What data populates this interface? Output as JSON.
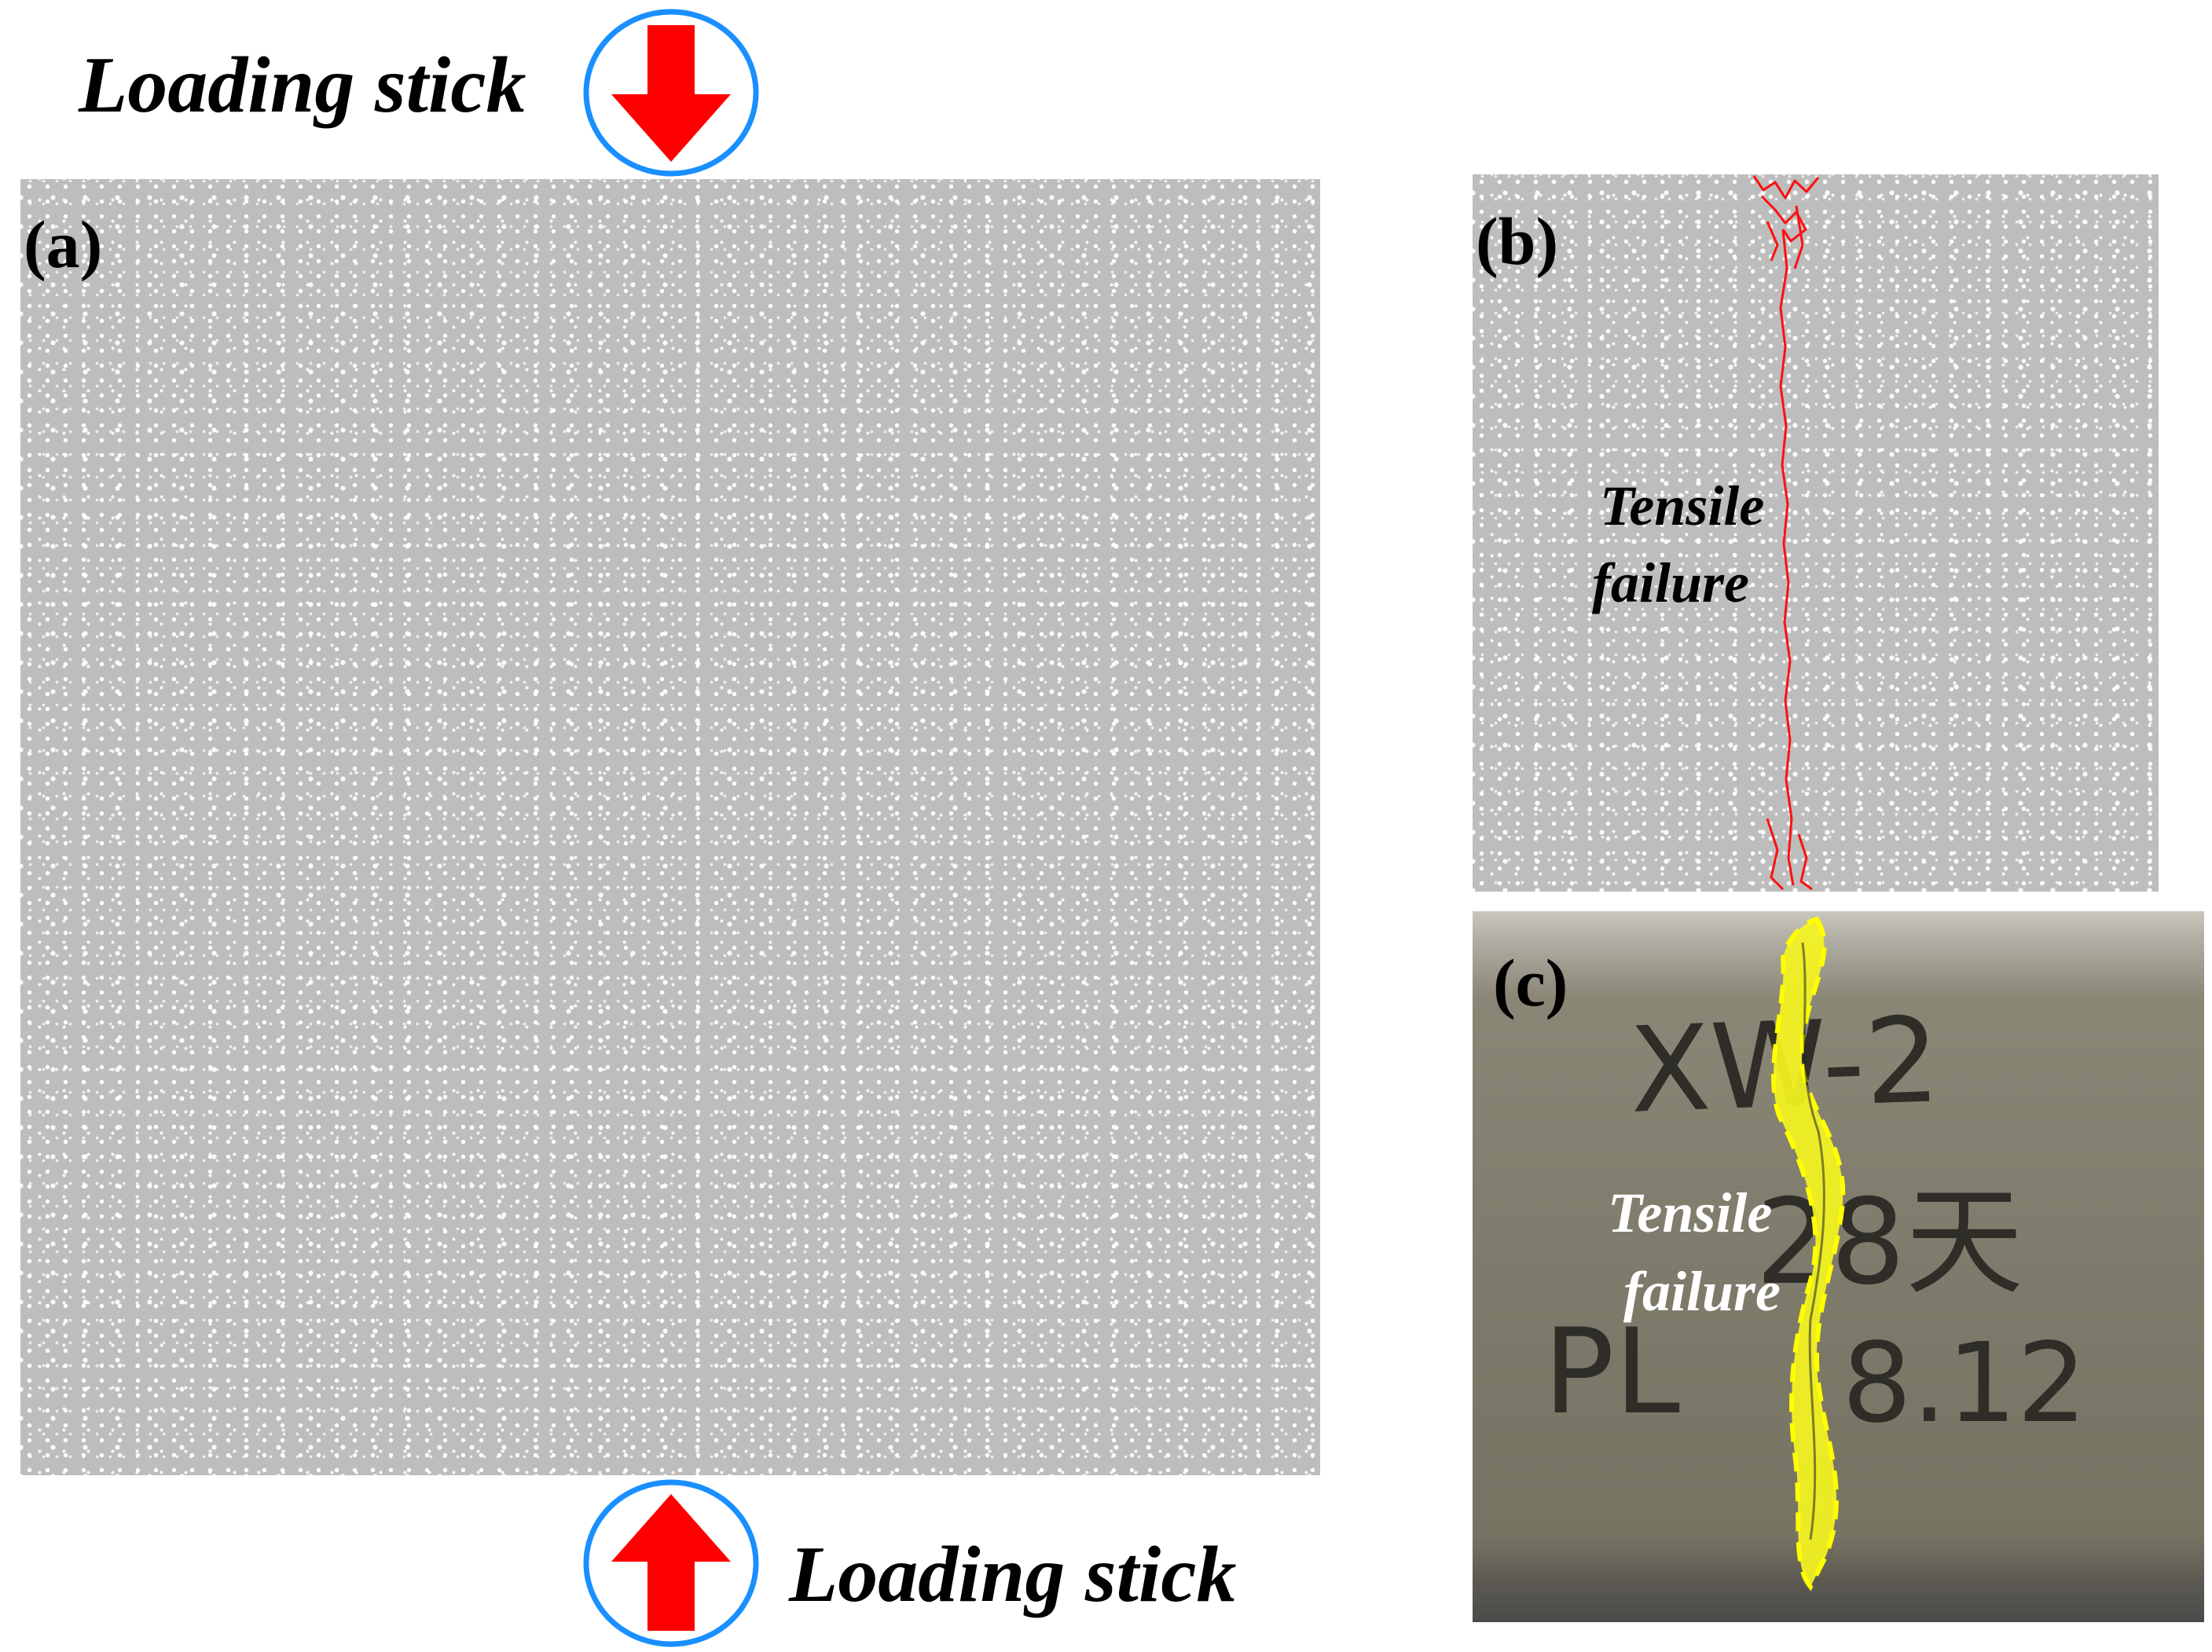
{
  "figure": {
    "top_label": "Loading stick",
    "bottom_label": "Loading stick",
    "panel_a": {
      "letter": "(a)"
    },
    "panel_b": {
      "letter": "(b)",
      "annotation_line1": "Tensile",
      "annotation_line2": "failure"
    },
    "panel_c": {
      "letter": "(c)",
      "annotation_line1": "Tensile",
      "annotation_line2": "failure",
      "specimen_marking": [
        "XW-2",
        "28天",
        "PL",
        "8.12"
      ]
    }
  },
  "colors": {
    "arrow_red": "#ff0000",
    "ring_blue": "#1a8fff",
    "crack_red": "#ff1010",
    "highlight_yellow": "#f5f520",
    "specimen_gray": "#bdbdbd"
  },
  "icons": {
    "top_arrow": "down-arrow-icon",
    "bottom_arrow": "up-arrow-icon"
  }
}
